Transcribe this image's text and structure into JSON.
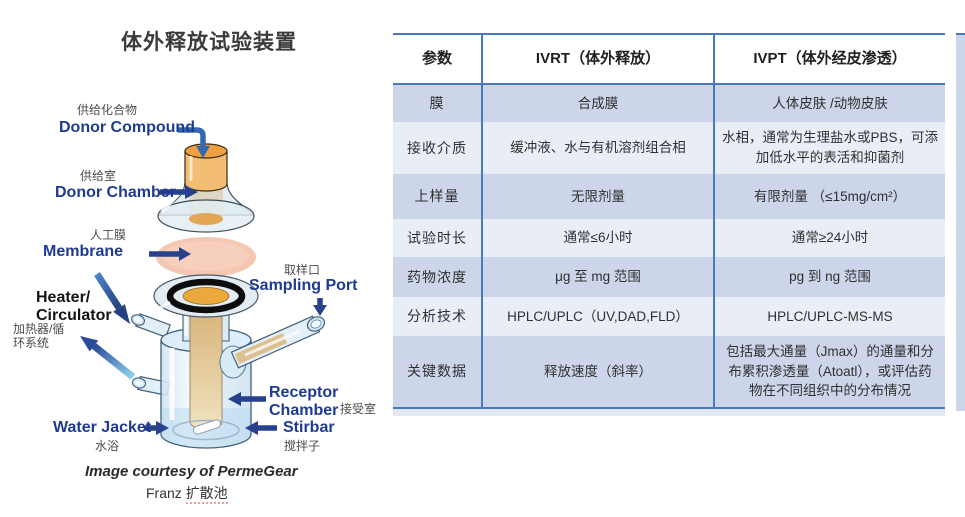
{
  "diagram": {
    "title": "体外释放试验装置",
    "labels": {
      "donor_compound_zh": "供给化合物",
      "donor_compound_en": "Donor Compound",
      "donor_chamber_zh": "供给室",
      "donor_chamber_en": "Donor Chamber",
      "membrane_zh": "人工膜",
      "membrane_en": "Membrane",
      "sampling_port_zh": "取样口",
      "sampling_port_en": "Sampling Port",
      "heater_en_line1": "Heater/",
      "heater_en_line2": "Circulator",
      "heater_zh_line1": "加热器/循",
      "heater_zh_line2": "环系统",
      "receptor_en_line1": "Receptor",
      "receptor_en_line2": "Chamber",
      "receptor_zh": "接受室",
      "water_jacket_en": "Water Jacket",
      "water_jacket_zh": "水浴",
      "stirbar_en": "Stirbar",
      "stirbar_zh": "搅拌子"
    },
    "caption_line1": "Image courtesy of PermeGear",
    "caption_line2_en": "Franz ",
    "caption_line2_zh": "扩散池"
  },
  "table": {
    "headers": [
      "参数",
      "IVRT（体外释放）",
      "IVPT（体外经皮渗透）"
    ],
    "rows": [
      {
        "param": "膜",
        "ivrt": "合成膜",
        "ivpt": "人体皮肤 /动物皮肤"
      },
      {
        "param": "接收介质",
        "ivrt": "缓冲液、水与有机溶剂组合相",
        "ivpt": "水相，通常为生理盐水或PBS，可添加低水平的表活和抑菌剂"
      },
      {
        "param": "上样量",
        "ivrt": "无限剂量",
        "ivpt": "有限剂量 （≤15mg/cm²）"
      },
      {
        "param": "试验时长",
        "ivrt": "通常≤6小时",
        "ivpt": "通常≥24小时"
      },
      {
        "param": "药物浓度",
        "ivrt": "μg 至 mg 范围",
        "ivpt": "pg 到 ng 范围"
      },
      {
        "param": "分析技术",
        "ivrt": "HPLC/UPLC（UV,DAD,FLD）",
        "ivpt": "HPLC/UPLC-MS-MS"
      },
      {
        "param": "关键数据",
        "ivrt": "释放速度（斜率）",
        "ivpt": "包括最大通量（Jmax）的通量和分布累积渗透量（Atoatl），或评估药物在不同组织中的分布情况"
      }
    ]
  },
  "colors": {
    "table_border_blue": "#4a79bd",
    "row_dark": "#ccd5e9",
    "row_light": "#e9edf6",
    "label_navy": "#1e3a93",
    "arrow_navy": "#27418c",
    "glass_blue": "#dbeaf6",
    "membrane_pink": "#f4c7b3",
    "donor_orange": "#f3bd74"
  }
}
